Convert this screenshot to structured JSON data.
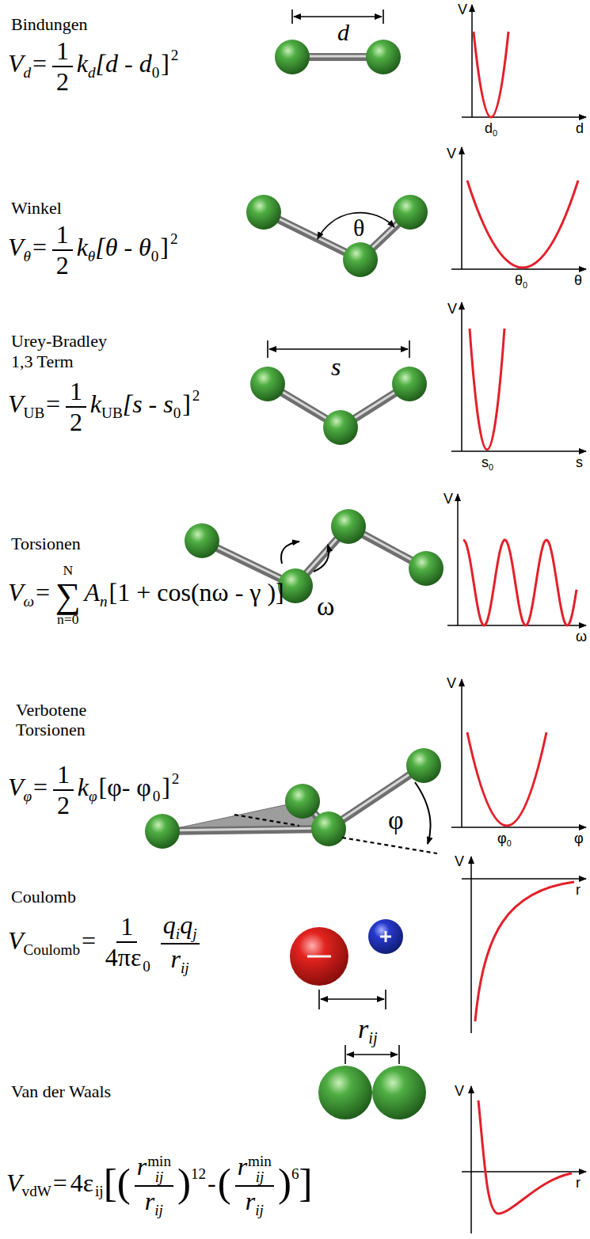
{
  "diagram": {
    "labels": [
      "Bindungen",
      "V",
      "d",
      "=",
      "1",
      "2",
      "k",
      "d",
      "[d - d",
      "0",
      "]",
      "2",
      "d",
      "V",
      "d",
      "0",
      "d",
      "Winkel",
      "V",
      "θ",
      "=",
      "1",
      "2",
      "k",
      "θ",
      "[θ - θ",
      "0",
      "]",
      "2",
      "θ",
      "V",
      "θ",
      "0",
      "θ",
      "Urey-Bradley",
      "1,3 Term",
      "V",
      "UB",
      "=",
      "1",
      "2",
      "k",
      "UB",
      "[s - s",
      "0",
      "]",
      "2",
      "s",
      "V",
      "s",
      "0",
      "s",
      "Torsionen",
      "V",
      "ω",
      "=",
      "N",
      "∑",
      "n=0",
      "A",
      "n",
      "[1 + cos(nω - γ )]",
      "ω",
      "V",
      "ω",
      "Verbotene Torsionen",
      "V",
      "φ",
      "=",
      "1",
      "2",
      "k",
      "φ",
      "[φ- φ",
      "0",
      "]",
      "2",
      "φ",
      "V",
      "φ",
      "0",
      "φ",
      "Coulomb",
      "V",
      "Coulomb",
      "=",
      "1",
      "4πε",
      "0",
      "q",
      "i",
      "q",
      "j",
      "r",
      "ij",
      "r",
      "ij",
      "V",
      "r",
      "Van der Waals",
      "V",
      "vdW",
      "=",
      "4ε",
      "ij",
      "[",
      "(",
      "r",
      "min",
      "ij",
      "r",
      "ij",
      ")",
      "12",
      "-",
      "(",
      "r",
      "min",
      "ij",
      "r",
      "ij",
      ")",
      "6",
      "]",
      "V",
      "r"
    ]
  }
}
